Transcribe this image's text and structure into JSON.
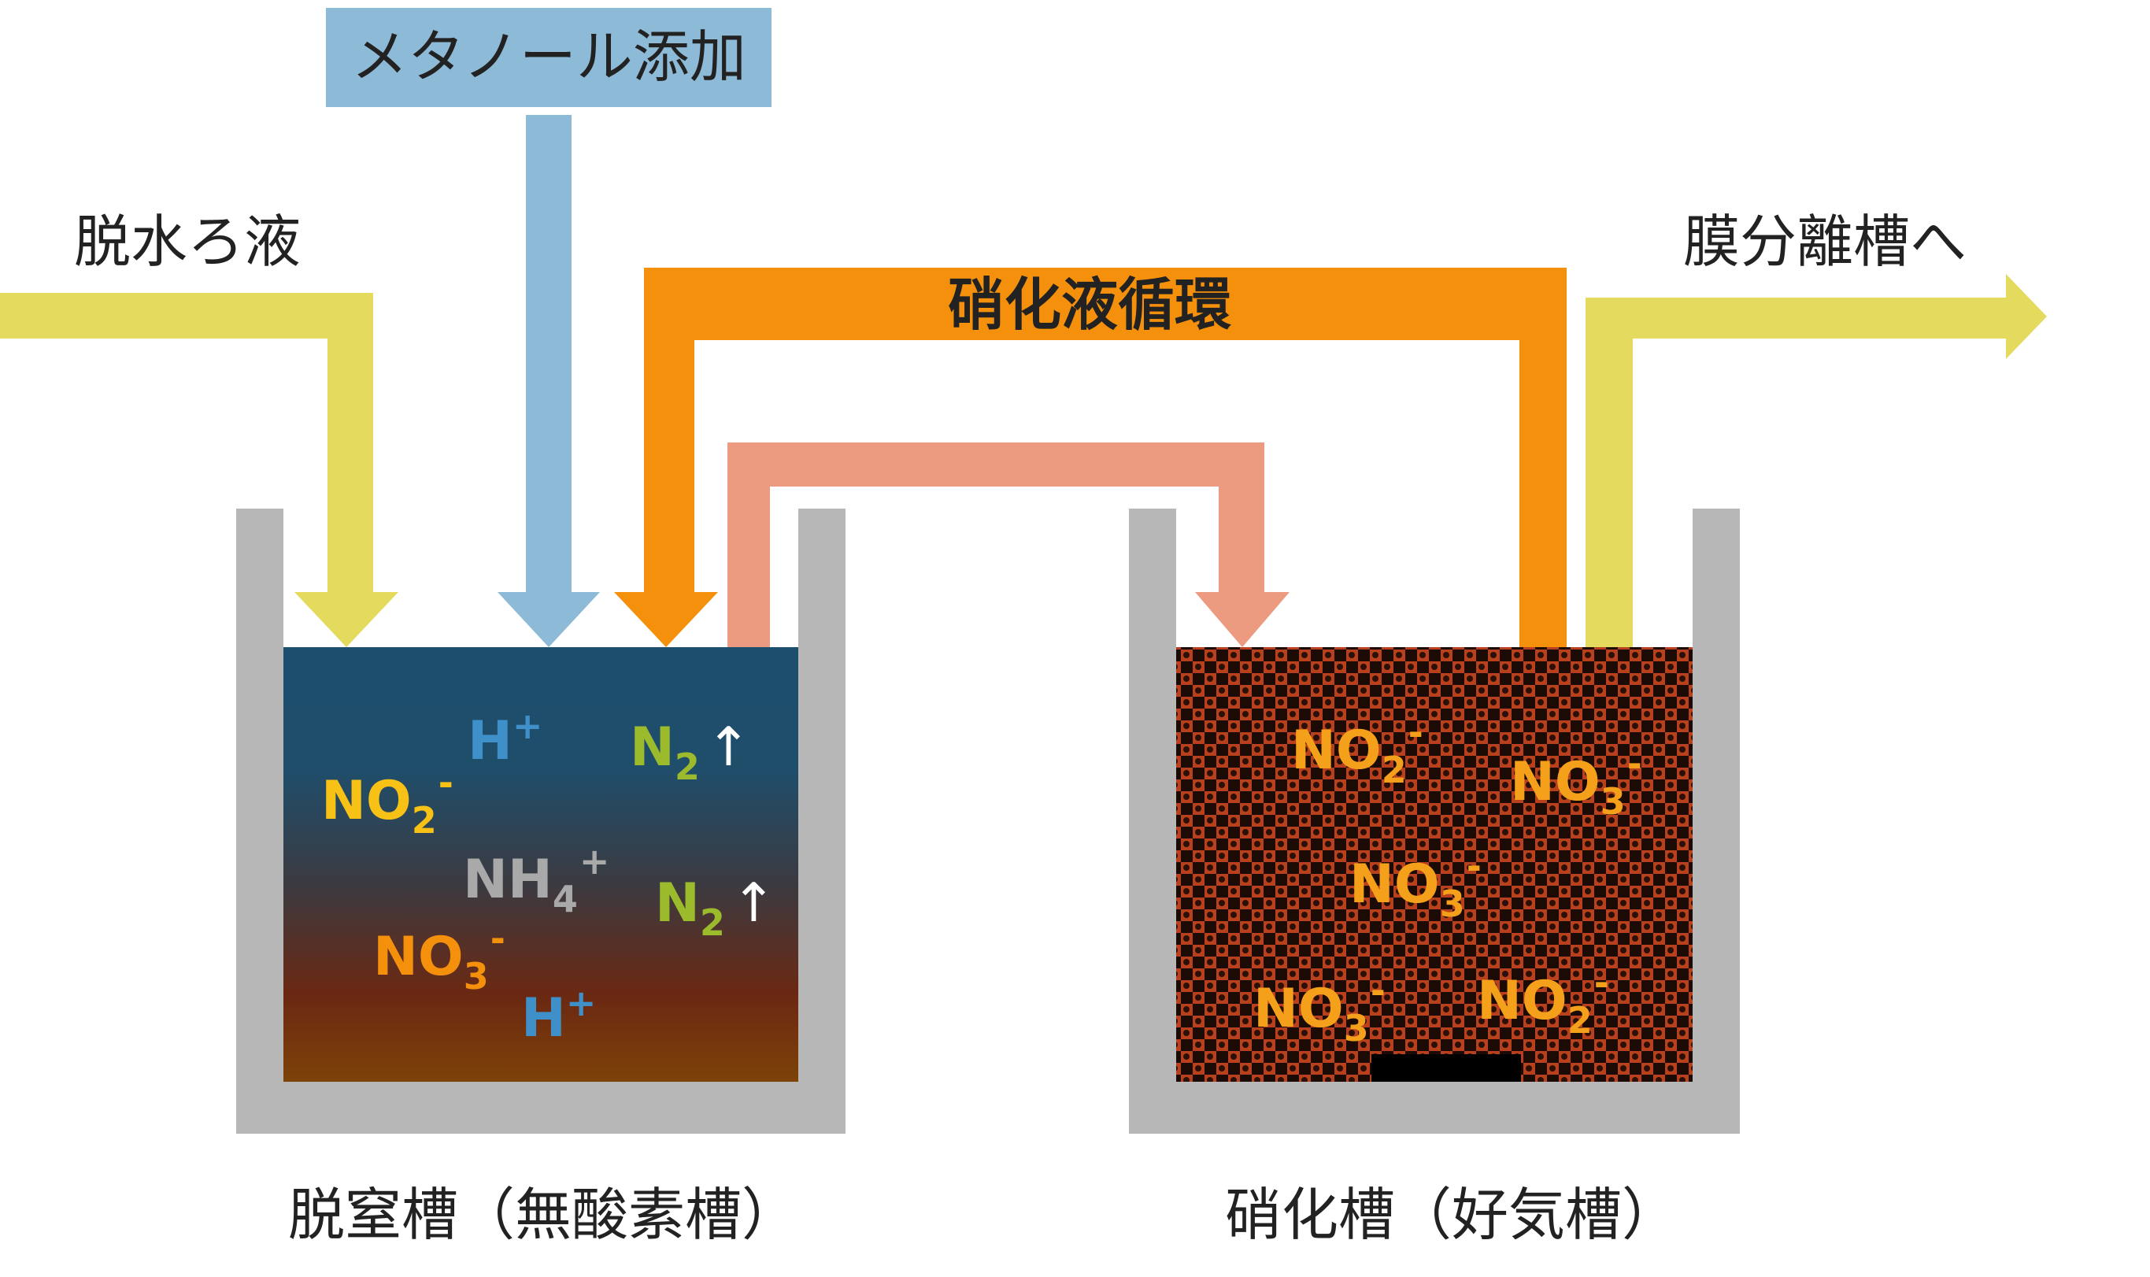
{
  "labels": {
    "methanol": "メタノール添加",
    "inflow": "脱水ろ液",
    "recycle": "硝化液循環",
    "outflow": "膜分離槽へ",
    "tank_left": "脱窒槽（無酸素槽）",
    "tank_right": "硝化槽（好気槽）"
  },
  "ions_left": [
    {
      "base": "H",
      "sub": "",
      "sup": "+",
      "color_key": "blue"
    },
    {
      "base": "N",
      "sub": "2",
      "sup": "",
      "arrow": "↑",
      "color_key": "green"
    },
    {
      "base": "NO",
      "sub": "2",
      "sup": "-",
      "color_key": "yellow"
    },
    {
      "base": "NH",
      "sub": "4",
      "sup": "+",
      "color_key": "gray"
    },
    {
      "base": "N",
      "sub": "2",
      "sup": "",
      "arrow": "↑",
      "color_key": "green"
    },
    {
      "base": "NO",
      "sub": "3",
      "sup": "-",
      "color_key": "orange"
    },
    {
      "base": "H",
      "sub": "",
      "sup": "+",
      "color_key": "blue"
    }
  ],
  "ions_right": [
    {
      "base": "NO",
      "sub": "2",
      "sup": "-"
    },
    {
      "base": "NO",
      "sub": "3",
      "sup": "-"
    },
    {
      "base": "NO",
      "sub": "3",
      "sup": "-"
    },
    {
      "base": "NO",
      "sub": "3",
      "sup": "-"
    },
    {
      "base": "NO",
      "sub": "2",
      "sup": "-"
    }
  ],
  "colors": {
    "inflow_arrow": "#e3da5e",
    "methanol_arrow": "#8dbad6",
    "recycle_arrow": "#f4900c",
    "transfer_arrow": "#ec9a80",
    "tank_wall": "#b7b7b7",
    "ion_blue": "#3f8fc8",
    "ion_green": "#9cbb2c",
    "ion_yellow": "#f7c115",
    "ion_gray": "#a9a9a9",
    "ion_orange": "#f4900c",
    "ion_right": "#f5a01a",
    "arrow_symbol": "#ffffff"
  }
}
